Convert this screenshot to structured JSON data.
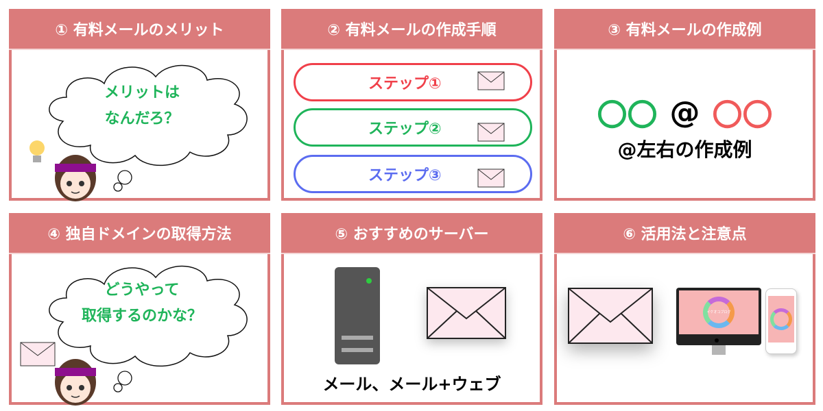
{
  "cards": [
    {
      "title": "① 有料メールのメリット",
      "bubble": [
        "メリットは",
        "なんだろ？"
      ]
    },
    {
      "title": "② 有料メールの作成手順",
      "steps": [
        {
          "label": "ステップ①",
          "color": "#f0404a"
        },
        {
          "label": "ステップ②",
          "color": "#1fb45a"
        },
        {
          "label": "ステップ③",
          "color": "#5b6cf0"
        }
      ]
    },
    {
      "title": "③ 有料メールの作成例",
      "left": "〇〇",
      "at": "@",
      "right": "〇〇",
      "caption": "@左右の作成例"
    },
    {
      "title": "④ 独自ドメインの取得方法",
      "bubble": [
        "どうやって",
        "取得するのかな？"
      ]
    },
    {
      "title": "⑤ おすすめのサーバー",
      "caption": "メール、メール+ウェブ"
    },
    {
      "title": "⑥ 活用法と注意点",
      "screen_text": "イケオコブログ"
    }
  ],
  "colors": {
    "header": "#db7b7b",
    "green": "#1fb45a",
    "red": "#f05a5a"
  }
}
